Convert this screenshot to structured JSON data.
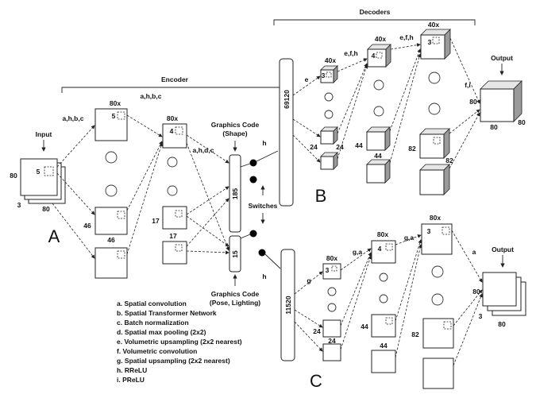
{
  "section_titles": {
    "encoder": "Encoder",
    "decoders": "Decoders"
  },
  "panel_letters": {
    "a": "A",
    "b": "B",
    "c": "C"
  },
  "input": {
    "label": "Input",
    "dim_left": "80",
    "dim_bottom": "80",
    "dim_depth": "3",
    "filter": "5"
  },
  "encoder": {
    "layer1": {
      "title": "80x",
      "filter": "5",
      "dim_side": "46",
      "dim_bottom": "46"
    },
    "layer2": {
      "title": "80x",
      "filter": "4",
      "dim_side": "17",
      "dim_bottom": "17"
    },
    "edge_abc": "a,h,b,c",
    "edge_abc2": "a,h,b,c",
    "edge_hdc": "a,h,d,c"
  },
  "graphics_code_shape": {
    "line1": "Graphics Code",
    "line2": "(Shape)"
  },
  "graphics_code_pose": {
    "line1": "Graphics Code",
    "line2": "(Pose, Lighting)"
  },
  "bars": {
    "shape": "185",
    "pose": "15",
    "dec_b": "69120",
    "dec_c": "11520"
  },
  "switches": "Switches",
  "decoder_b": {
    "edge_h": "h",
    "edge_e": "e",
    "edge_efh1": "e,f,h",
    "edge_efh2": "e,f,h",
    "edge_fi": "f,i",
    "col1": {
      "title": "40x",
      "filter": "3",
      "d1": "24",
      "d2": "24"
    },
    "col2": {
      "title": "40x",
      "filter": "4",
      "d1": "44",
      "d2": "44"
    },
    "col3": {
      "title": "40x",
      "filter": "3",
      "d1": "82",
      "d2": "82"
    },
    "output": {
      "label": "Output",
      "d1": "80",
      "d2": "80",
      "d3": "80"
    }
  },
  "decoder_c": {
    "edge_h": "h",
    "edge_g": "g",
    "edge_ga1": "g,a",
    "edge_ga2": "g,a",
    "edge_a": "a",
    "col1": {
      "title": "80x",
      "filter": "3",
      "d1": "24",
      "d2": "24"
    },
    "col2": {
      "title": "80x",
      "filter": "4",
      "d1": "44",
      "d2": "44"
    },
    "col3": {
      "title": "80x",
      "filter": "3",
      "d1": "82"
    },
    "output": {
      "label": "Output",
      "d1": "80",
      "d2": "80",
      "d3": "3"
    }
  },
  "legend": [
    "a. Spatial convolution",
    "b. Spatial Transformer Network",
    "c. Batch normalization",
    "d. Spatial max pooling (2x2)",
    "e. Volumetric upsampling (2x2 nearest)",
    "f. Volumetric convolution",
    "g. Spatial upsampling (2x2 nearest)",
    "h. RReLU",
    "i. PReLU"
  ]
}
